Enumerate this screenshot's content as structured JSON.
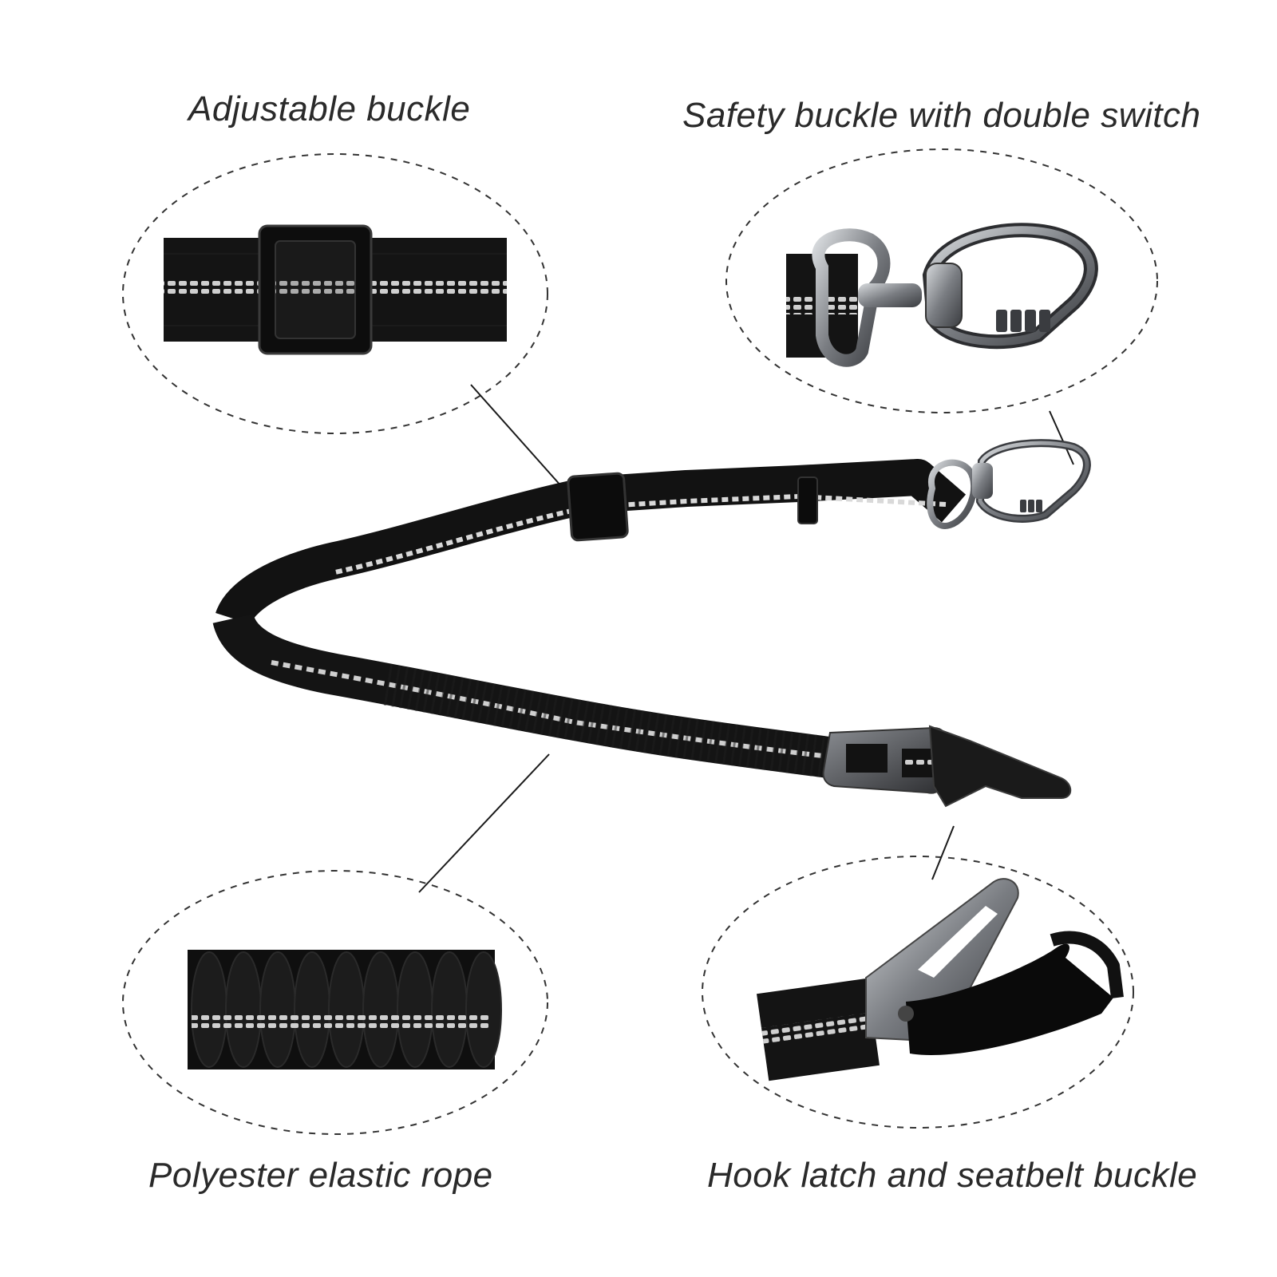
{
  "labels": {
    "adjustable_buckle": "Adjustable buckle",
    "safety_buckle": "Safety buckle with double switch",
    "elastic_rope": "Polyester elastic rope",
    "hook_latch": "Hook latch and seatbelt buckle"
  },
  "colors": {
    "strap": "#121212",
    "reflective_stripe": "#d9d9d9",
    "metal": "#6e7175",
    "metal_highlight": "#c9ccd0",
    "outline": "#2a2a2a"
  }
}
